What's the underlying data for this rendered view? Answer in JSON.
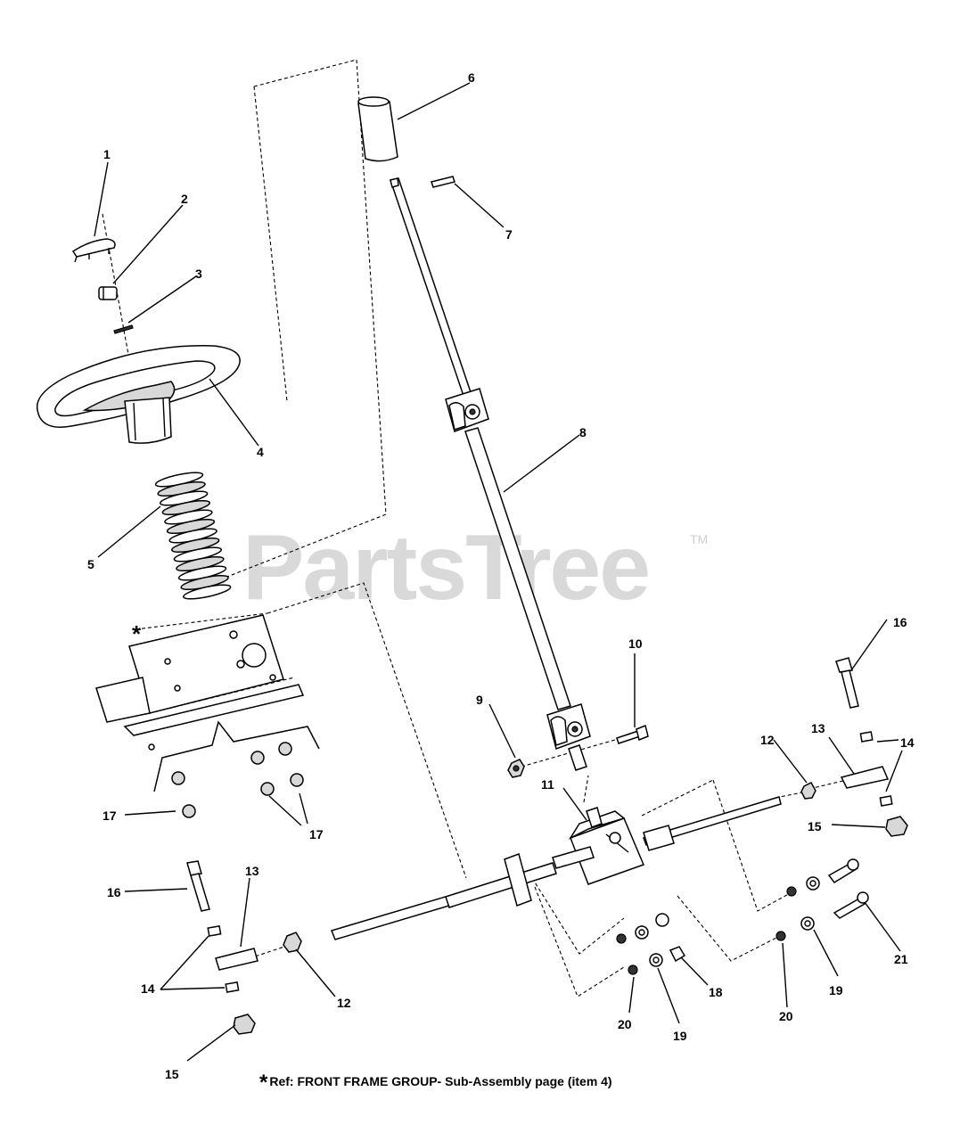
{
  "watermark": {
    "text": "PartsTree",
    "tm": "TM"
  },
  "note": {
    "asterisk": "*",
    "text": "Ref: FRONT FRAME GROUP- Sub-Assembly  page (item 4)"
  },
  "frame_asterisk": "*",
  "callouts": [
    {
      "id": "c1",
      "text": "1"
    },
    {
      "id": "c2",
      "text": "2"
    },
    {
      "id": "c3",
      "text": "3"
    },
    {
      "id": "c4",
      "text": "4"
    },
    {
      "id": "c5",
      "text": "5"
    },
    {
      "id": "c6",
      "text": "6"
    },
    {
      "id": "c7",
      "text": "7"
    },
    {
      "id": "c8",
      "text": "8"
    },
    {
      "id": "c9",
      "text": "9"
    },
    {
      "id": "c10",
      "text": "10"
    },
    {
      "id": "c11",
      "text": "11"
    },
    {
      "id": "c12a",
      "text": "12"
    },
    {
      "id": "c12b",
      "text": "12"
    },
    {
      "id": "c13a",
      "text": "13"
    },
    {
      "id": "c13b",
      "text": "13"
    },
    {
      "id": "c14a",
      "text": "14"
    },
    {
      "id": "c14b",
      "text": "14"
    },
    {
      "id": "c15a",
      "text": "15"
    },
    {
      "id": "c15b",
      "text": "15"
    },
    {
      "id": "c16a",
      "text": "16"
    },
    {
      "id": "c16b",
      "text": "16"
    },
    {
      "id": "c17a",
      "text": "17"
    },
    {
      "id": "c17b",
      "text": "17"
    },
    {
      "id": "c18",
      "text": "18"
    },
    {
      "id": "c19a",
      "text": "19"
    },
    {
      "id": "c19b",
      "text": "19"
    },
    {
      "id": "c20a",
      "text": "20"
    },
    {
      "id": "c20b",
      "text": "20"
    },
    {
      "id": "c21",
      "text": "21"
    }
  ]
}
